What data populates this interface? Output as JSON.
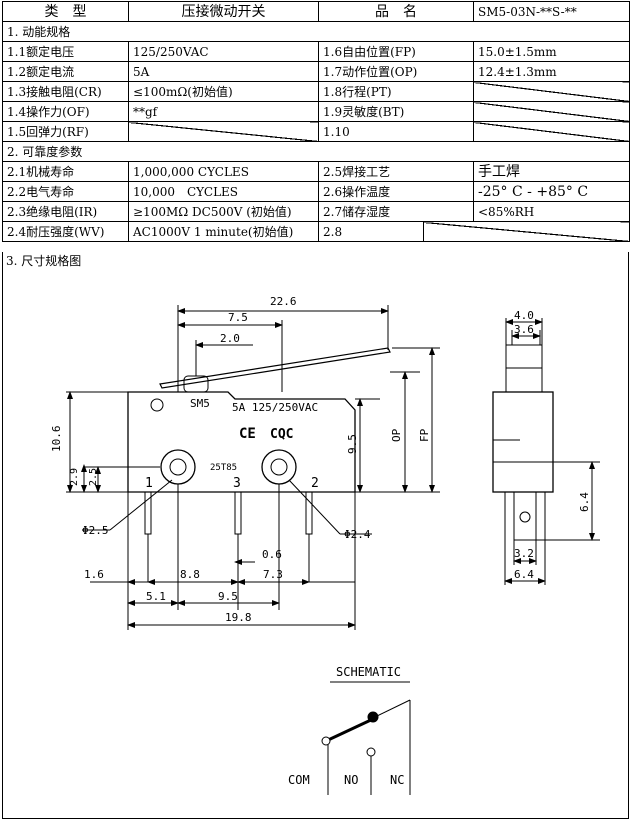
{
  "header": {
    "type_label": "类　型",
    "type_value": "压接微动开关",
    "name_label": "品　名",
    "model": "SM5-03N-**S-**"
  },
  "section1": {
    "title": "1. 动能规格",
    "rows": [
      {
        "l1": "1.1额定电压",
        "v1": "125/250VAC",
        "l2": "1.6自由位置(FP)",
        "v2": "15.0±1.5mm"
      },
      {
        "l1": "1.2额定电流",
        "v1": "5A",
        "l2": "1.7动作位置(OP)",
        "v2": "12.4±1.3mm"
      },
      {
        "l1": "1.3接触电阻(CR)",
        "v1": "≤100mΩ(初始值)",
        "l2": "1.8行程(PT)",
        "v2": ""
      },
      {
        "l1": "1.4操作力(OF)",
        "v1": "**gf",
        "l2": "1.9灵敏度(BT)",
        "v2": ""
      },
      {
        "l1": "1.5回弹力(RF)",
        "v1": "",
        "l2": "1.10",
        "v2": ""
      }
    ]
  },
  "section2": {
    "title": "2. 可靠度参数",
    "rows": [
      {
        "l1": "2.1机械寿命",
        "v1": "1,000,000 CYCLES",
        "l2": "2.5焊接工艺",
        "v2": "手工焊"
      },
      {
        "l1": "2.2电气寿命",
        "v1": "10,000　CYCLES",
        "l2": "2.6操作温度",
        "v2": "-25° C - +85° C"
      },
      {
        "l1": "2.3绝缘电阻(IR)",
        "v1": "≥100MΩ DC500V (初始值)",
        "l2": "2.7储存湿度",
        "v2": "<85%RH"
      },
      {
        "l1": "2.4耐压强度(WV)",
        "v1": "AC1000V 1 minute(初始值)",
        "l2": "2.8",
        "v2": ""
      }
    ]
  },
  "section3": {
    "title": "3. 尺寸规格图"
  },
  "drawing": {
    "front": {
      "body_model": "SM5",
      "body_rating": "5A 125/250VAC",
      "cert_cqc": "CQC",
      "cert_ce": "CE",
      "temp_mark": "25T85",
      "pin_labels": [
        "1",
        "3",
        "2"
      ],
      "dims": {
        "overall_lever": "22.6",
        "d_7_5": "7.5",
        "d_2_0": "2.0",
        "height": "10.6",
        "d_9_5v": "9.5",
        "op": "OP",
        "fp": "FP",
        "d_2_9": "2.9",
        "d_2_5v": "2.5",
        "phi_left": "Φ2.5",
        "phi_right": "Φ2.4",
        "d_0_6": "0.6",
        "d_1_6": "1.6",
        "d_8_8": "8.8",
        "d_7_3": "7.3",
        "d_5_1": "5.1",
        "d_9_5h": "9.5",
        "d_19_8": "19.8"
      }
    },
    "side": {
      "d_4_0": "4.0",
      "d_3_6": "3.6",
      "d_6_4v": "6.4",
      "d_3_2": "3.2",
      "d_6_4h": "6.4"
    },
    "schematic": {
      "title": "SCHEMATIC",
      "com": "COM",
      "no": "NO",
      "nc": "NC"
    }
  }
}
